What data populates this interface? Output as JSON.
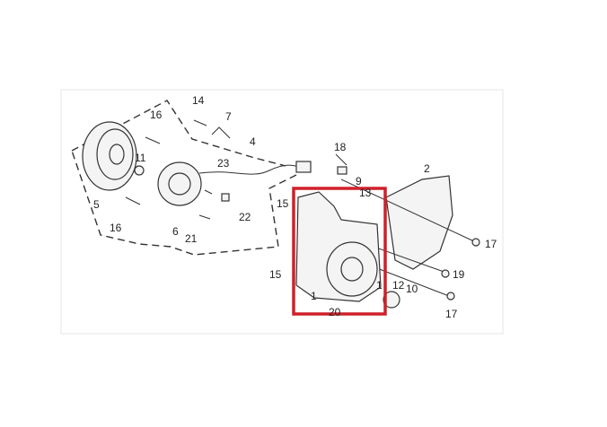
{
  "diagram": {
    "callouts": [
      "14",
      "7",
      "16",
      "4",
      "11",
      "5",
      "23",
      "18",
      "9",
      "2",
      "13",
      "16",
      "6",
      "21",
      "22",
      "15",
      "17",
      "15",
      "19",
      "12",
      "10",
      "1",
      "1",
      "20",
      "17"
    ],
    "highlight_color": "#d0202a"
  }
}
